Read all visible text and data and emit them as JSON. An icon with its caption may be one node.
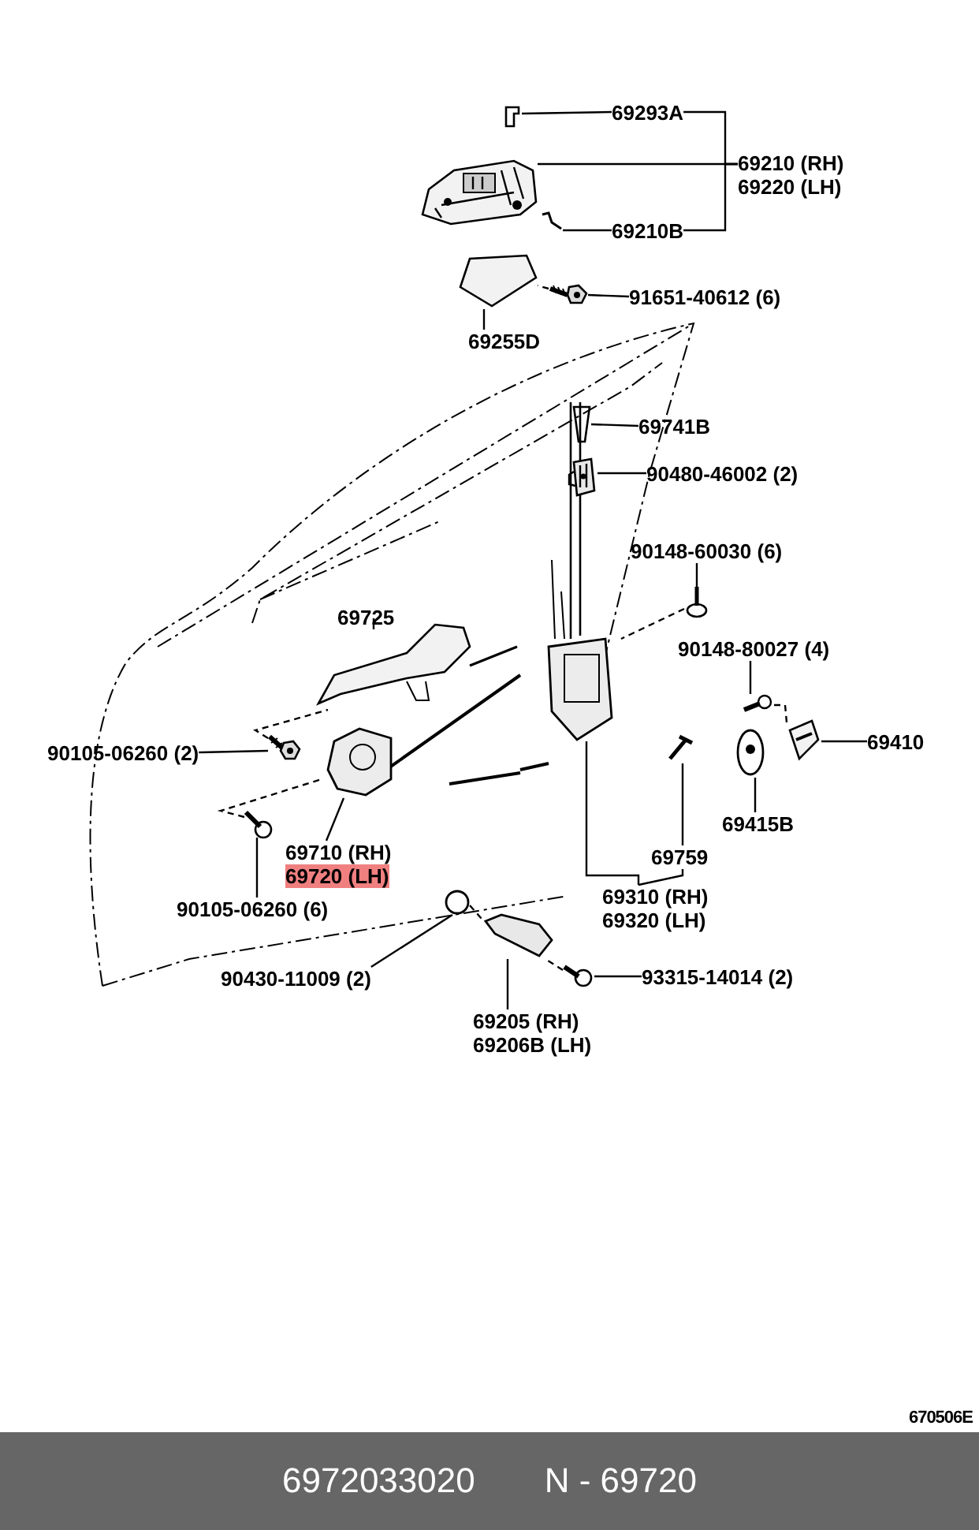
{
  "diagram": {
    "nodes": [
      {
        "text": [
          "69293A"
        ]
      },
      {
        "text": [
          "69210 (RH)",
          "69220 (LH)"
        ]
      },
      {
        "text": [
          "69210B"
        ]
      },
      {
        "text": [
          "91651-40612 (6)"
        ]
      },
      {
        "text": [
          "69255D"
        ]
      },
      {
        "text": [
          "69741B"
        ]
      },
      {
        "text": [
          "90480-46002 (2)"
        ]
      },
      {
        "text": [
          "90148-60030 (6)"
        ]
      },
      {
        "text": [
          "69725"
        ]
      },
      {
        "text": [
          "90148-80027 (4)"
        ]
      },
      {
        "text": [
          "90105-06260 (2)"
        ]
      },
      {
        "text": [
          "69410"
        ]
      },
      {
        "text": [
          "69710 (RH)",
          "69720 (LH)"
        ]
      },
      {
        "text": [
          "69415B"
        ]
      },
      {
        "text": [
          "69759"
        ]
      },
      {
        "text": [
          "69310 (RH)",
          "69320 (LH)"
        ]
      },
      {
        "text": [
          "90105-06260 (6)"
        ]
      },
      {
        "text": [
          "90430-11009 (2)"
        ]
      },
      {
        "text": [
          "93315-14014 (2)"
        ]
      },
      {
        "text": [
          "69205 (RH)",
          "69206B (LH)"
        ]
      },
      {
        "text": [],
        "shape": "picture"
      },
      {
        "text": [],
        "shape": "picture"
      },
      {
        "text": [],
        "shape": "picture"
      },
      {
        "text": [],
        "shape": "picture"
      },
      {
        "text": [],
        "shape": "picture"
      },
      {
        "text": [],
        "shape": "picture"
      },
      {
        "text": [],
        "shape": "picture"
      },
      {
        "text": [],
        "shape": "picture"
      },
      {
        "text": [],
        "shape": "picture"
      },
      {
        "text": [],
        "shape": "picture"
      },
      {
        "text": [],
        "shape": "picture"
      },
      {
        "text": [],
        "shape": "picture"
      },
      {
        "text": [],
        "shape": "picture"
      },
      {
        "text": [],
        "shape": "picture"
      },
      {
        "text": [],
        "shape": "picture"
      },
      {
        "text": [],
        "shape": "picture"
      },
      {
        "text": [],
        "shape": "picture"
      },
      {
        "text": [],
        "shape": "circle"
      },
      {
        "text": [],
        "shape": "picture"
      },
      {
        "text": [],
        "shape": "picture"
      }
    ],
    "edges": [
      {
        "from": 0,
        "to": 20,
        "arrow": "none"
      },
      {
        "from": 1,
        "to": 21,
        "arrow": "none"
      },
      {
        "from": 2,
        "to": 22,
        "arrow": "none"
      },
      {
        "from": 3,
        "to": 24,
        "arrow": "none"
      },
      {
        "from": 4,
        "to": 23,
        "arrow": "none"
      },
      {
        "from": 5,
        "to": 25,
        "arrow": "none"
      },
      {
        "from": 6,
        "to": 26,
        "arrow": "none"
      },
      {
        "from": 7,
        "to": 27,
        "arrow": "none"
      },
      {
        "from": 8,
        "to": 28,
        "arrow": "none"
      },
      {
        "from": 9,
        "to": 30,
        "arrow": "none"
      },
      {
        "from": 10,
        "to": 32,
        "arrow": "none"
      },
      {
        "from": 11,
        "to": 31,
        "arrow": "none"
      },
      {
        "from": 12,
        "to": 33,
        "arrow": "none"
      },
      {
        "from": 13,
        "to": 34,
        "arrow": "none"
      },
      {
        "from": 14,
        "to": 35,
        "arrow": "none"
      },
      {
        "from": 15,
        "to": 29,
        "arrow": "none"
      },
      {
        "from": 16,
        "to": 36,
        "arrow": "none"
      },
      {
        "from": 17,
        "to": 37,
        "arrow": "none"
      },
      {
        "from": 18,
        "to": 39,
        "arrow": "none"
      },
      {
        "from": 19,
        "to": 38,
        "arrow": "none"
      },
      {
        "from": 24,
        "to": 23,
        "arrow": "none",
        "style": "dashed"
      },
      {
        "from": 27,
        "to": 29,
        "arrow": "none",
        "style": "dashed"
      },
      {
        "from": 30,
        "to": 31,
        "arrow": "none",
        "style": "dashed"
      },
      {
        "from": 32,
        "to": 28,
        "arrow": "none",
        "style": "dashed"
      },
      {
        "from": 36,
        "to": 33,
        "arrow": "none",
        "style": "dashed"
      },
      {
        "from": 37,
        "to": 38,
        "arrow": "none",
        "style": "dashed"
      },
      {
        "from": 39,
        "to": 38,
        "arrow": "none",
        "style": "dashed"
      },
      {
        "from": 0,
        "to": 1,
        "arrow": "none"
      },
      {
        "from": 2,
        "to": 1,
        "arrow": "none"
      },
      {
        "from": 15,
        "to": 14,
        "arrow": "none"
      }
    ],
    "labels": [
      "670506E",
      "6972033020",
      "N - 69720"
    ]
  }
}
